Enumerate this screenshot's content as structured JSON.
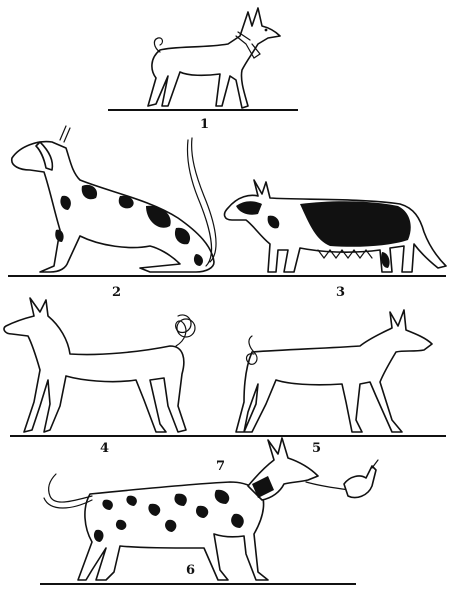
{
  "figures": [
    {
      "id": "1",
      "label": "1"
    },
    {
      "id": "2",
      "label": "2"
    },
    {
      "id": "3",
      "label": "3"
    },
    {
      "id": "4",
      "label": "4"
    },
    {
      "id": "5",
      "label": "5"
    },
    {
      "id": "6",
      "label": "6"
    },
    {
      "id": "7",
      "label": "7"
    }
  ]
}
